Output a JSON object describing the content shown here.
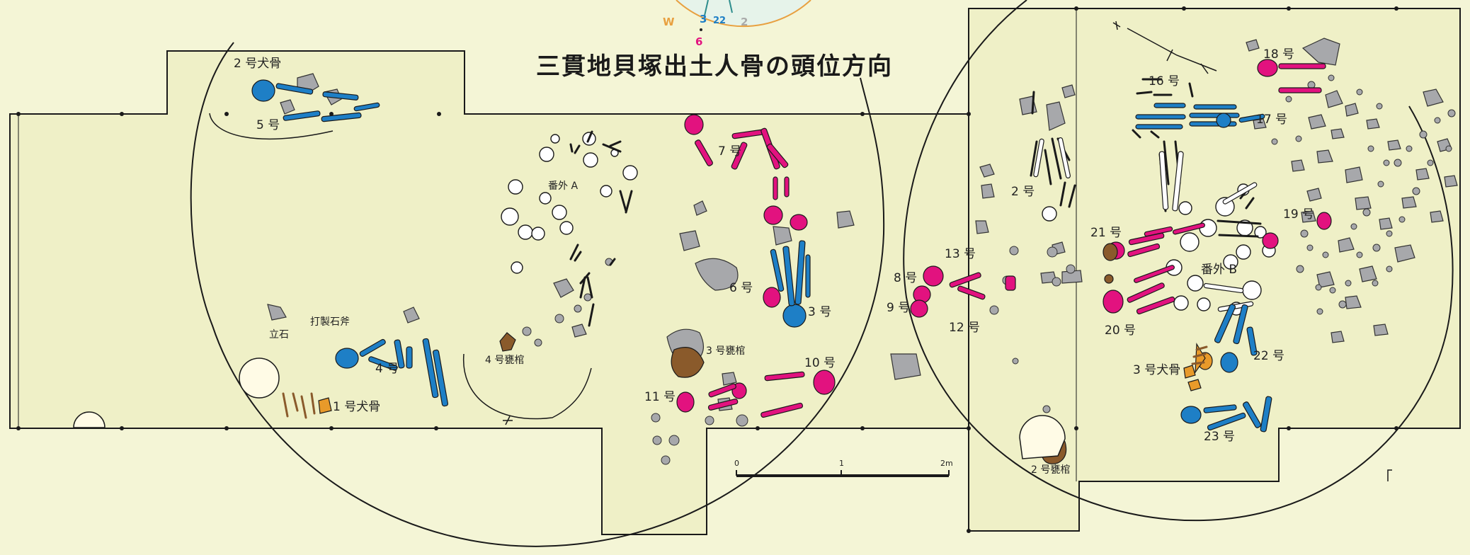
{
  "title": "三貫地貝塚出土人骨の頭位方向",
  "compass": {
    "w": "W",
    "n3": "3",
    "n22": "22",
    "n2": "2",
    "n6": "6"
  },
  "labels": {
    "dog2": "2 号犬骨",
    "b5": "5 号",
    "b7": "7 号",
    "extraA": "番外 A",
    "b6": "6 号",
    "b3": "3 号",
    "standingStone": "立石",
    "stoneAxe": "打製石斧",
    "b4": "4 号",
    "jar4": "4 号甕棺",
    "dog1": "1 号犬骨",
    "jar3": "3 号甕棺",
    "b10": "10 号",
    "b11": "11 号",
    "b2": "2 号",
    "b13": "13 号",
    "b8": "8 号",
    "b9": "9 号",
    "b12": "12 号",
    "b16": "16 号",
    "b18": "18 号",
    "b17": "17 号",
    "b19": "19 号",
    "b21": "21 号",
    "extraB": "番外 B",
    "b20": "20 号",
    "b22": "22 号",
    "dog3": "3 号犬骨",
    "b23": "23 号",
    "jar2": "2 号甕棺"
  },
  "scale": {
    "zero": "0",
    "one": "1",
    "two": "2m"
  },
  "colors": {
    "background": "#f4f5d6",
    "trench": "#eff0c7",
    "line": "#1a1a1a",
    "blue": "#1e7fc6",
    "magenta": "#e2127f",
    "stone": "#a7a8ab",
    "brown": "#8a5a2b",
    "orange": "#e89a2a",
    "white": "#ffffff"
  }
}
